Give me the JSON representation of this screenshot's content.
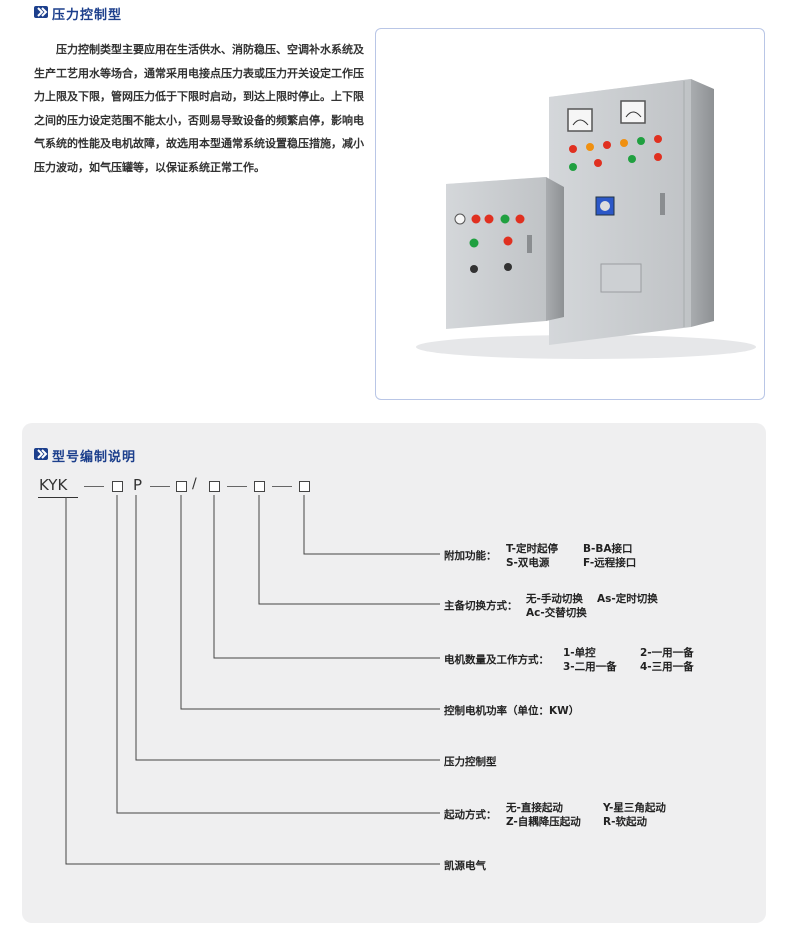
{
  "section1": {
    "title": "压力控制型",
    "paragraph": "压力控制类型主要应用在生活供水、消防稳压、空调补水系统及生产工艺用水等场合，通常采用电接点压力表或压力开关设定工作压力上限及下限，管网压力低于下限时启动，到达上限时停止。上下限之间的压力设定范围不能太小，否则易导致设备的频繁启停，影响电气系统的性能及电机故障，故选用本型通常系统设置稳压措施，减小压力波动，如气压罐等，以保证系统正常工作。"
  },
  "section2": {
    "title": "型号编制说明",
    "code": {
      "prefix": "KYK",
      "dash": "—",
      "p": "P",
      "slash": "/"
    },
    "descriptions": [
      {
        "label": "附加功能：",
        "options": [
          [
            "T-定时起停",
            "B-BA接口"
          ],
          [
            "S-双电源",
            "F-远程接口"
          ]
        ]
      },
      {
        "label": "主备切换方式：",
        "options": [
          [
            "无-手动切换",
            "As-定时切换"
          ],
          [
            "Ac-交替切换",
            ""
          ]
        ]
      },
      {
        "label": "电机数量及工作方式：",
        "options": [
          [
            "1-单控",
            "2-一用一备"
          ],
          [
            "3-二用一备",
            "4-三用一备"
          ]
        ]
      },
      {
        "label": "控制电机功率（单位：KW）",
        "options": []
      },
      {
        "label": "压力控制型",
        "options": []
      },
      {
        "label": "起动方式：",
        "options": [
          [
            "无-直接起动",
            "Y-星三角起动"
          ],
          [
            "Z-自耦降压起动",
            "R-软起动"
          ]
        ]
      },
      {
        "label": "凯源电气",
        "options": []
      }
    ]
  },
  "colors": {
    "heading": "#1c3f8c",
    "panel_bg": "#efeff0",
    "frame_border": "#b9c6e6",
    "cabinet": "#c7cacd"
  },
  "icons": [
    "section-arrow-icon",
    "section-arrow-icon"
  ]
}
